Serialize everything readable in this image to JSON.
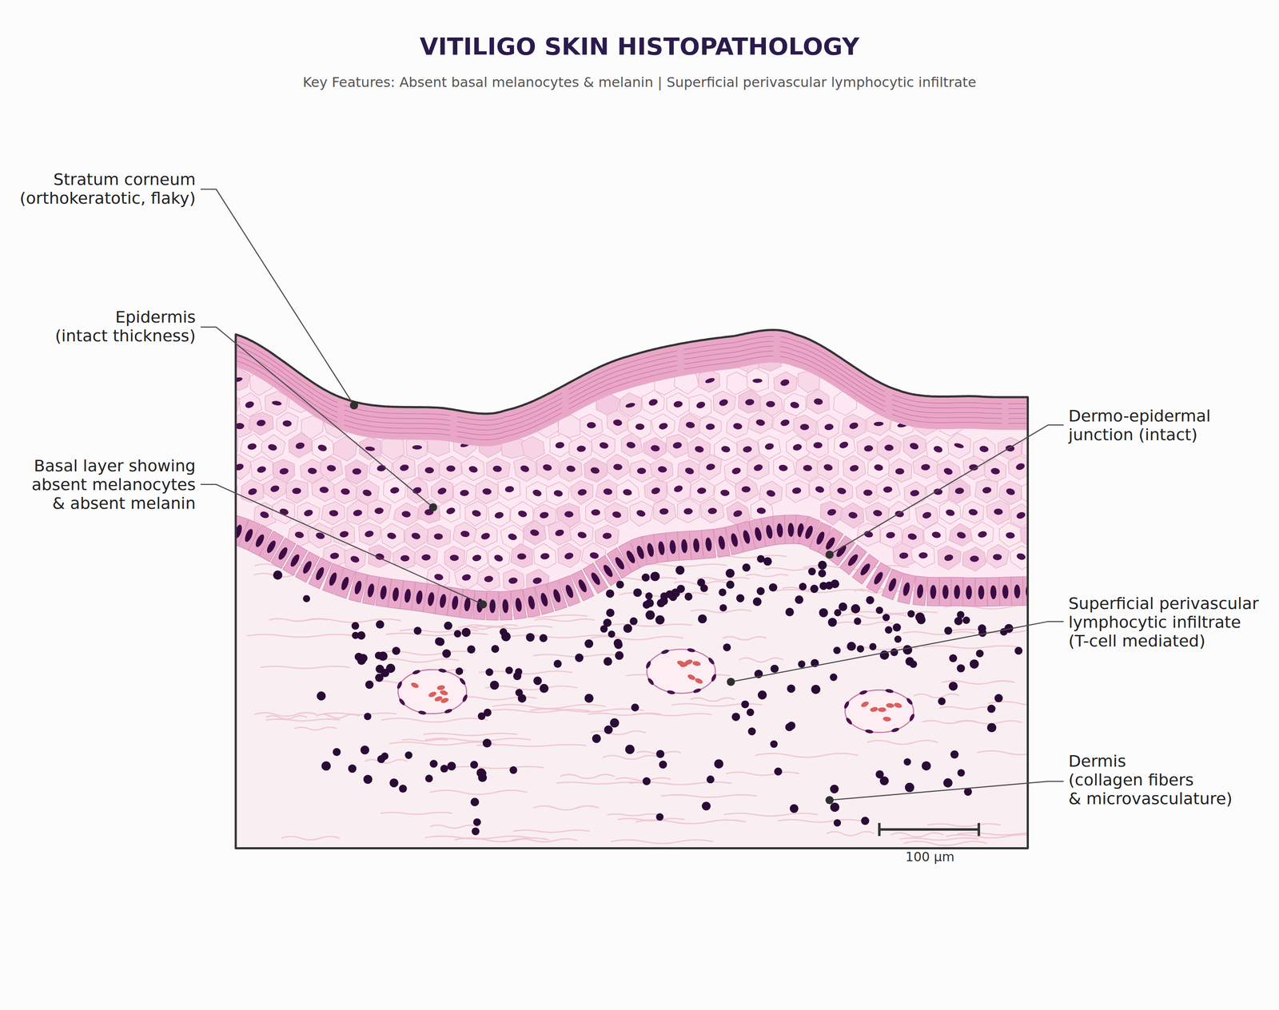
{
  "diagram": {
    "title": "VITILIGO SKIN HISTOPATHOLOGY",
    "labels": [
      "Key Features: Absent basal melanocytes & melanin | Superficial perivascular lymphocytic infiltrate",
      "Stratum corneum (orthokeratotic, flaky)",
      "Epidermis (intact thickness)",
      "Basal layer showing absent melanocytes & absent melanin",
      "Dermo-epidermal junction (intact)",
      "Superficial perivascular lymphocytic infiltrate (T-cell mediated)",
      "Dermis (collagen fibers & microvasculature)",
      "100 µm"
    ]
  }
}
